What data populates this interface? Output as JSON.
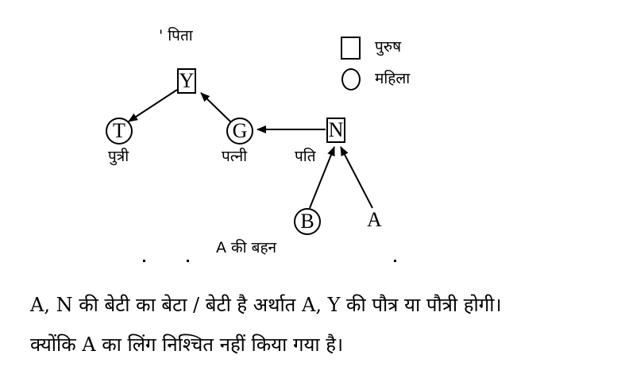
{
  "diagram": {
    "nodes": {
      "Y": "Y",
      "G": "G",
      "T": "T",
      "N": "N",
      "B": "B",
      "A": "A"
    },
    "labels": {
      "father": "' पिता",
      "daughter": "पुत्री",
      "wife": "पत्नी",
      "husband": "पति",
      "sister": "A की बहन"
    },
    "legend": {
      "male": "पुरुष",
      "female": "महिला"
    }
  },
  "explanation": {
    "line1": "A, N की बेटी का बेटा / बेटी है अर्थात A, Y की पौत्र या पौत्री होगी।",
    "line2": "क्योंकि A का लिंग निश्चित नहीं किया गया है।"
  }
}
